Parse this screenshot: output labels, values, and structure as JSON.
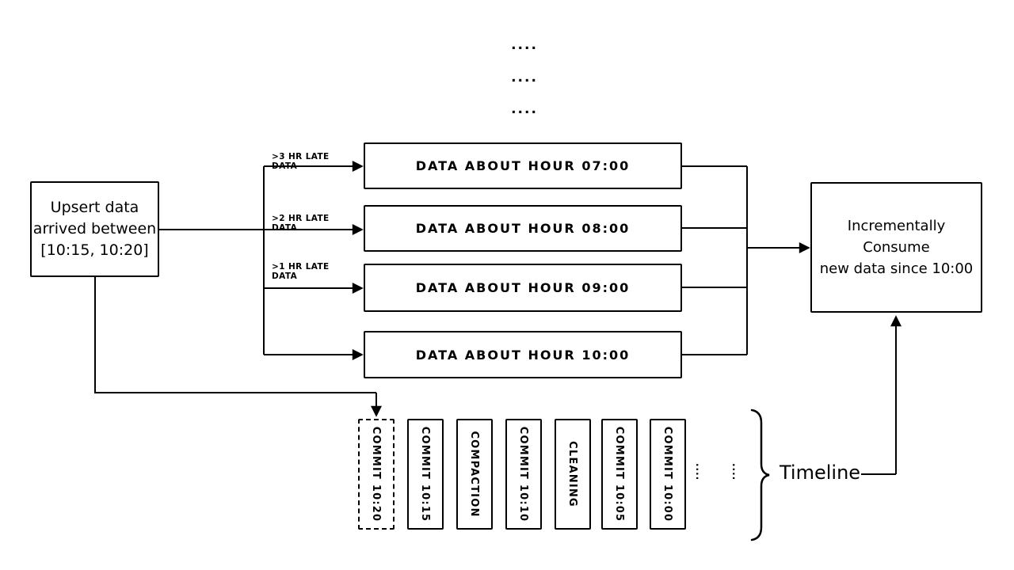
{
  "diagram": {
    "top_continuation": [
      "....",
      "....",
      "...."
    ],
    "source_box": {
      "text": "Upsert data\narrived between\n[10:15, 10:20]"
    },
    "branch_labels": [
      ">3 HR LATE DATA",
      ">2 HR LATE DATA",
      ">1 HR LATE DATA"
    ],
    "data_boxes": [
      "DATA ABOUT HOUR 07:00",
      "DATA ABOUT HOUR 08:00",
      "DATA ABOUT HOUR 09:00",
      "DATA ABOUT HOUR 10:00"
    ],
    "consumer_box": {
      "text": "Incrementally Consume\nnew data since 10:00"
    },
    "timeline": {
      "items": [
        {
          "label": "COMMIT  10:20",
          "border": "dashed"
        },
        {
          "label": "COMMIT  10:15",
          "border": "solid"
        },
        {
          "label": "COMPACTION",
          "border": "solid"
        },
        {
          "label": "COMMIT  10:10",
          "border": "solid"
        },
        {
          "label": "CLEANING",
          "border": "solid"
        },
        {
          "label": "COMMIT  10:05",
          "border": "solid"
        },
        {
          "label": "COMMIT  10:00",
          "border": "solid"
        }
      ],
      "ellipsis": [
        "····",
        "····"
      ],
      "label": "Timeline"
    },
    "colors": {
      "ink": "#000000",
      "paper": "#ffffff"
    }
  }
}
